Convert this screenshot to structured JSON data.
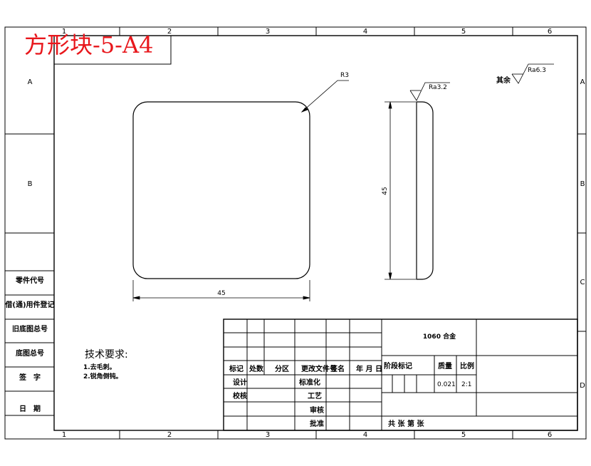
{
  "title_red": "方形块-5-A4",
  "border": {
    "columns": [
      "1",
      "2",
      "3",
      "4",
      "5",
      "6"
    ],
    "rows": [
      "A",
      "B",
      "C",
      "D"
    ]
  },
  "left_strip": [
    "零件代号",
    "借(通)用件登记",
    "旧底图总号",
    "底图总号",
    "签　字",
    "日　期"
  ],
  "drawing": {
    "radius_label": "R3",
    "width_dim": "45",
    "height_dim": "45",
    "roughness_side": "Ra3.2",
    "roughness_rest_prefix": "其余",
    "roughness_rest": "Ra6.3"
  },
  "tech_req": {
    "title": "技术要求:",
    "items": [
      "1.去毛刺。",
      "2.锐角倒钝。"
    ]
  },
  "title_block": {
    "material": "1060 合金",
    "header": [
      "标记",
      "处数",
      "分区",
      "更改文件号",
      "签名",
      "年 月 日"
    ],
    "roles_left": [
      "设计",
      "校核"
    ],
    "roles_mid": [
      "标准化",
      "工艺",
      "审核",
      "批准"
    ],
    "stage_header": [
      "阶段标记",
      "质量",
      "比例"
    ],
    "mass": "0.021",
    "scale": "2:1",
    "sheets": "共 张 第 张"
  }
}
